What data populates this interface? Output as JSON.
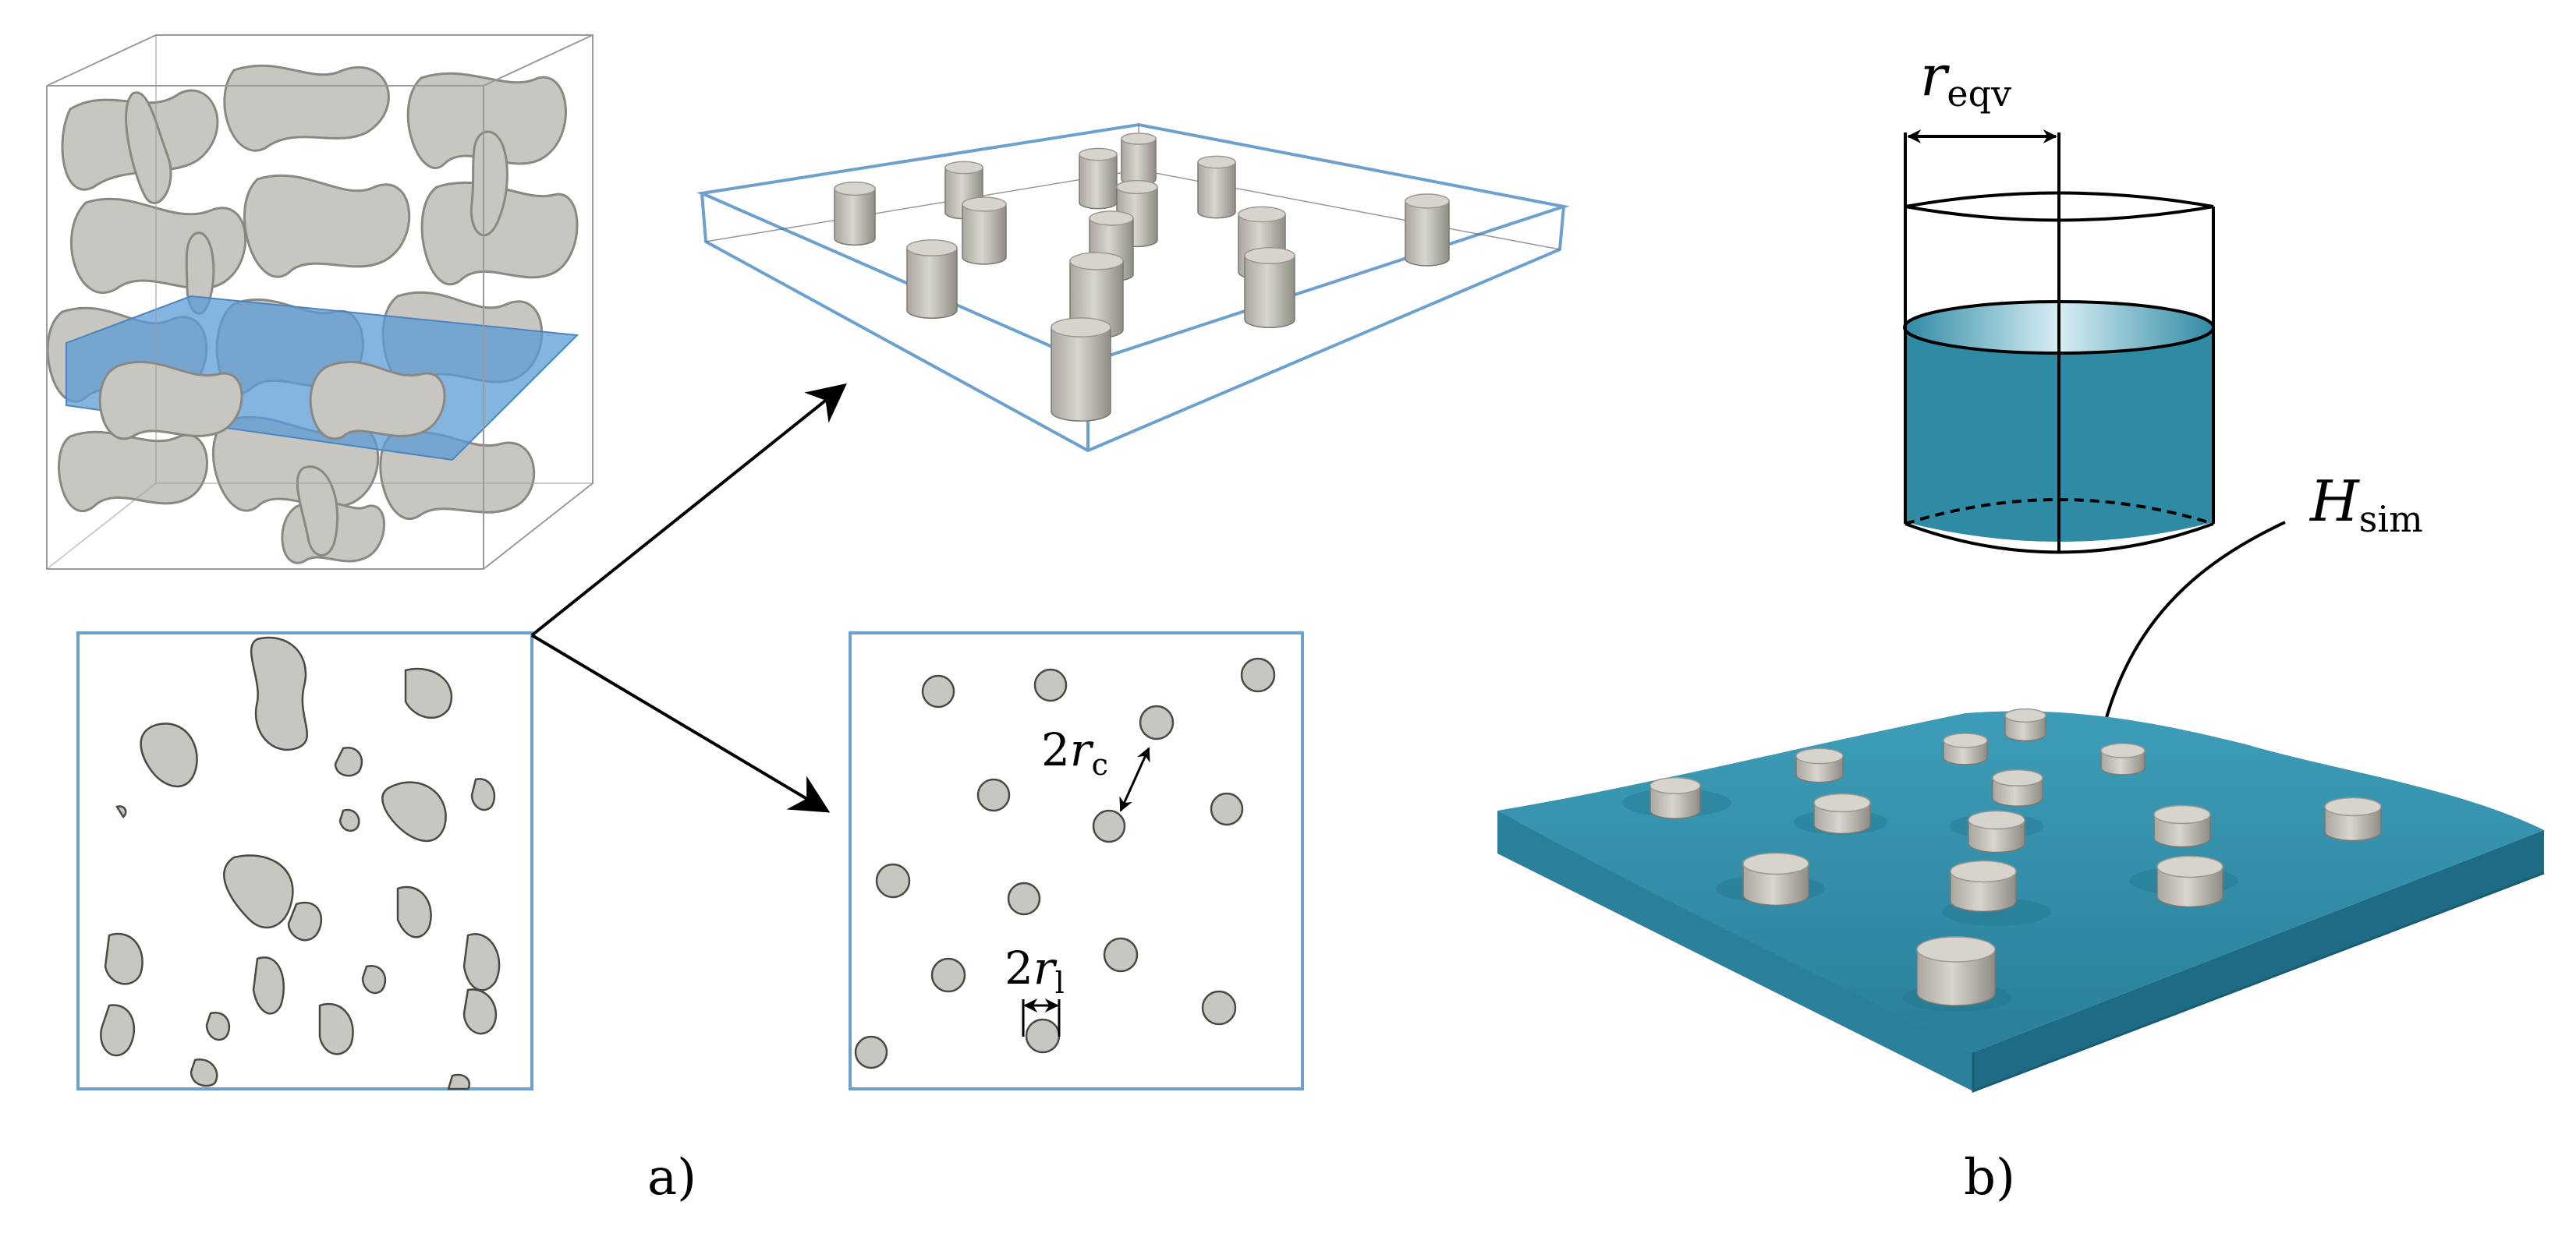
{
  "labels": {
    "panel_a": "a)",
    "panel_b": "b)",
    "r_eqv": {
      "symbol": "r",
      "subscript": "eqv"
    },
    "H_sim": {
      "symbol": "H",
      "subscript": "sim"
    },
    "two_r_c": {
      "coef": "2",
      "symbol": "r",
      "subscript": "c"
    },
    "two_r_l": {
      "coef": "2",
      "symbol": "r",
      "subscript": "l"
    }
  },
  "colors": {
    "frame_blue": "#6ba0cf",
    "slice_blue": "#5b9bd5",
    "fiber_grey": "#c8c6c0",
    "fiber_shadow": "#7a7872",
    "water_teal": "#2f8aa4",
    "water_dark": "#1d6b84",
    "water_top": "#3a9bb6",
    "ink": "#000000"
  },
  "icons": [
    "arrow-icon"
  ]
}
